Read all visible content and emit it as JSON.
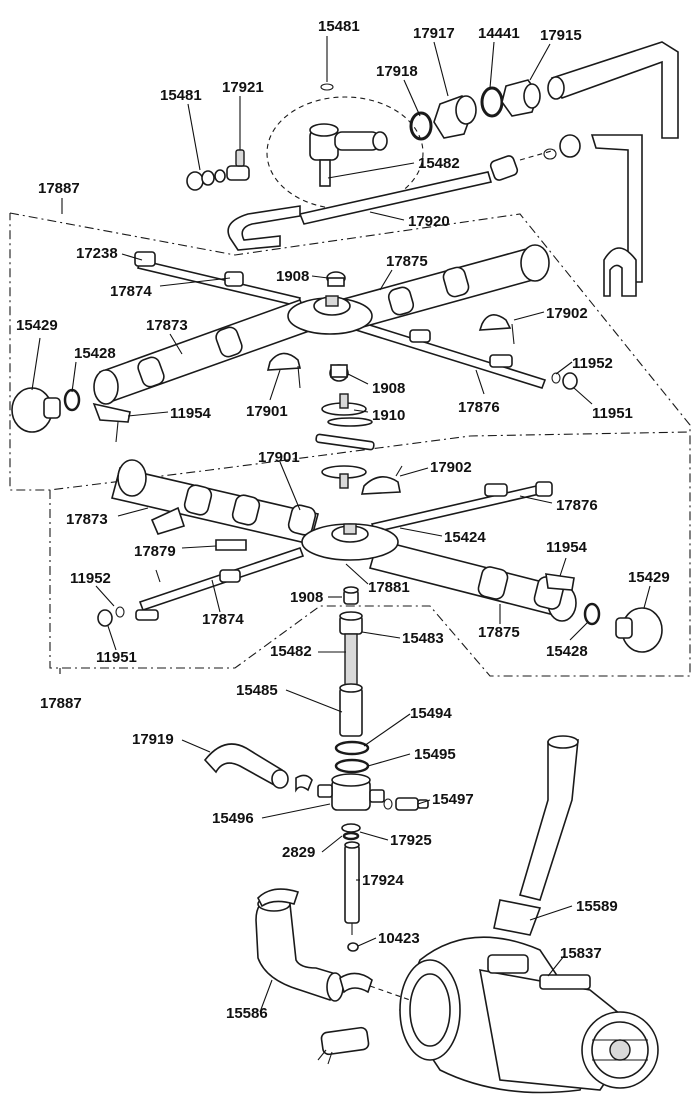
{
  "diagram": {
    "colors": {
      "ink": "#1a1a1a",
      "paper": "#ffffff",
      "shade": "#d9d9d9"
    },
    "part_numbers": {
      "p15481_top": "15481",
      "p17917": "17917",
      "p14441": "14441",
      "p17915": "17915",
      "p15481_left": "15481",
      "p17921": "17921",
      "p17918": "17918",
      "p15482_top": "15482",
      "p17887_top": "17887",
      "p17920": "17920",
      "p17238": "17238",
      "p1908_a": "1908",
      "p17875_a": "17875",
      "p17874_a": "17874",
      "p17902_a": "17902",
      "p15429_a": "15429",
      "p17873_a": "17873",
      "p15428_a": "15428",
      "p11952_a": "11952",
      "p1908_b": "1908",
      "p17901_a": "17901",
      "p1910": "1910",
      "p17876_a": "17876",
      "p11951_a": "11951",
      "p11954_a": "11954",
      "p17901_b": "17901",
      "p17902_b": "17902",
      "p17876_b": "17876",
      "p17873_b": "17873",
      "p15424": "15424",
      "p11954_b": "11954",
      "p17879": "17879",
      "p17881": "17881",
      "p15429_b": "15429",
      "p11952_b": "11952",
      "p1908_c": "1908",
      "p17874_b": "17874",
      "p17875_b": "17875",
      "p15482_mid": "15482",
      "p15483": "15483",
      "p15428_b": "15428",
      "p11951_b": "11951",
      "p17887_bot": "17887",
      "p15485": "15485",
      "p15494": "15494",
      "p17919": "17919",
      "p15495": "15495",
      "p15496": "15496",
      "p15497": "15497",
      "p2829": "2829",
      "p17925": "17925",
      "p17924": "17924",
      "p15589": "15589",
      "p15837": "15837",
      "p10423": "10423",
      "p15586": "15586"
    }
  }
}
